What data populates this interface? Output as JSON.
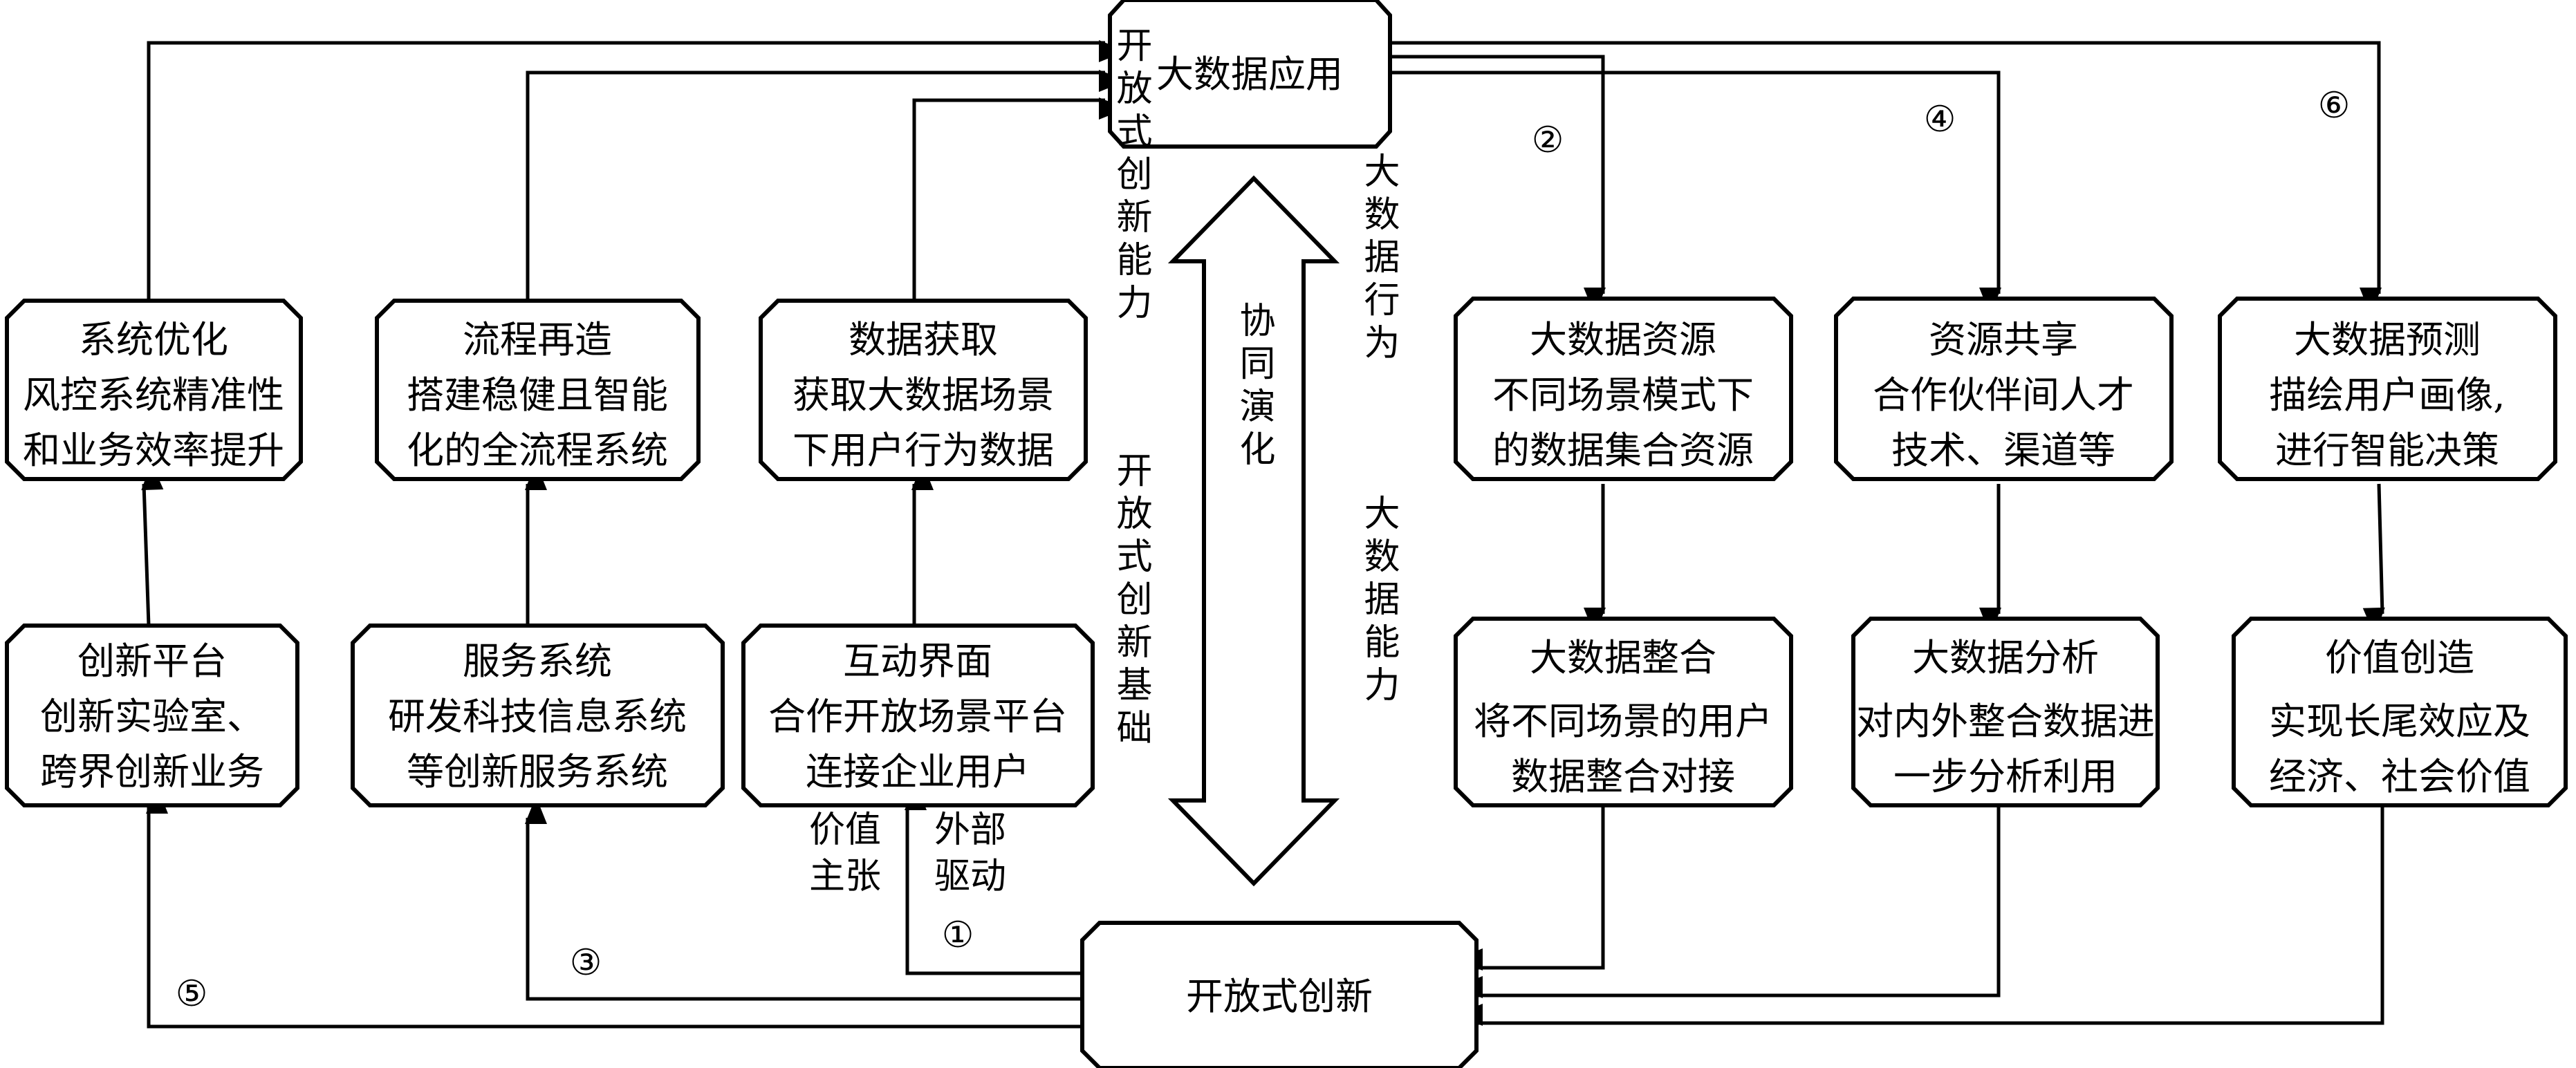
{
  "nodes": {
    "big_data_app": {
      "title": "大数据应用"
    },
    "open_innovation": {
      "title": "开放式创新"
    },
    "system_opt": {
      "lines": [
        "系统优化",
        "风控系统精准性",
        "和业务效率提升"
      ]
    },
    "process": {
      "lines": [
        "流程再造",
        "搭建稳健且智能",
        "化的全流程系统"
      ]
    },
    "data_acq": {
      "lines": [
        "数据获取",
        "获取大数据场景",
        "下用户行为数据"
      ]
    },
    "bd_resource": {
      "lines": [
        "大数据资源",
        "不同场景模式下",
        "的数据集合资源"
      ]
    },
    "resource_share": {
      "lines": [
        "资源共享",
        "合作伙伴间人才",
        "技术、渠道等"
      ]
    },
    "bd_predict": {
      "lines": [
        "大数据预测",
        "描绘用户画像,",
        "进行智能决策"
      ]
    },
    "innov_platform": {
      "lines": [
        "创新平台",
        "创新实验室、",
        "跨界创新业务"
      ]
    },
    "service_sys": {
      "lines": [
        "服务系统",
        "研发科技信息系统",
        "等创新服务系统"
      ]
    },
    "interaction": {
      "lines": [
        "互动界面",
        "合作开放场景平台",
        "连接企业用户"
      ]
    },
    "bd_integrate": {
      "lines": [
        "大数据整合",
        "将不同场景的用户",
        "数据整合对接"
      ]
    },
    "bd_analysis": {
      "lines": [
        "大数据分析",
        "对内外整合数据进",
        "一步分析利用"
      ]
    },
    "value_create": {
      "lines": [
        "价值创造",
        "实现长尾效应及",
        "经济、社会价值"
      ]
    }
  },
  "vertical_labels": {
    "open_capability": "开放式创新能力",
    "open_foundation": "开放式创新基础",
    "co_evolution": "协同演化",
    "bd_behavior": "大数据行为",
    "bd_capability": "大数据能力"
  },
  "labels": {
    "value_prop": [
      "价值",
      "主张"
    ],
    "external_drive": [
      "外部",
      "驱动"
    ],
    "path_1": "①",
    "path_2": "②",
    "path_3": "③",
    "path_4": "④",
    "path_5": "⑤",
    "path_6": "⑥"
  }
}
